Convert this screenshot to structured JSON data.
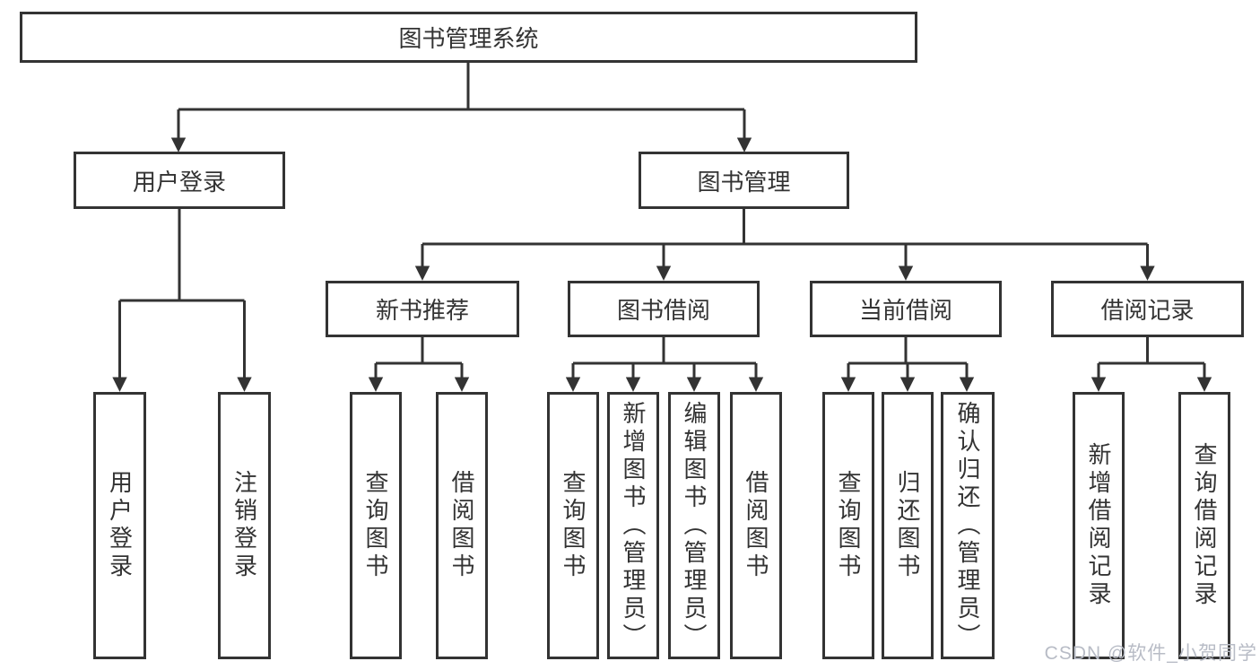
{
  "tree": {
    "label": "图书管理系统",
    "children": [
      {
        "label": "用户登录",
        "children": [
          {
            "label": "用户登录"
          },
          {
            "label": "注销登录"
          }
        ]
      },
      {
        "label": "图书管理",
        "children": [
          {
            "label": "新书推荐",
            "children": [
              {
                "label": "查询图书"
              },
              {
                "label": "借阅图书"
              }
            ]
          },
          {
            "label": "图书借阅",
            "children": [
              {
                "label": "查询图书"
              },
              {
                "label": "新增图书（管理员）"
              },
              {
                "label": "编辑图书（管理员）"
              },
              {
                "label": "借阅图书"
              }
            ]
          },
          {
            "label": "当前借阅",
            "children": [
              {
                "label": "查询图书"
              },
              {
                "label": "归还图书"
              },
              {
                "label": "确认归还（管理员）"
              }
            ]
          },
          {
            "label": "借阅记录",
            "children": [
              {
                "label": "新增借阅记录"
              },
              {
                "label": "查询借阅记录"
              }
            ]
          }
        ]
      }
    ]
  },
  "watermark": "CSDN @软件_小贺同学",
  "colors": {
    "line": "#333333",
    "text": "#333333",
    "background": "#ffffff",
    "watermark": "#b8bcc6"
  }
}
